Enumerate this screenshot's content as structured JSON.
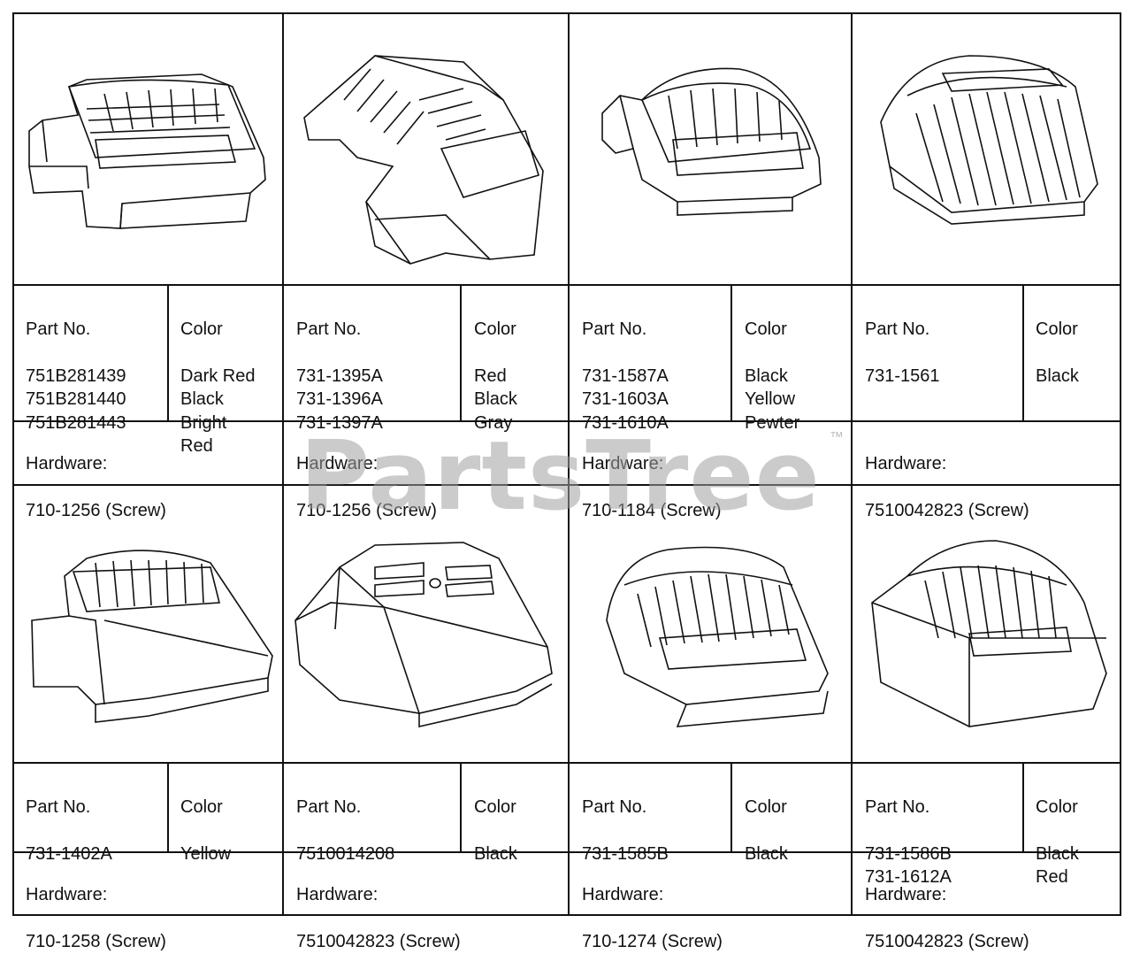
{
  "watermark": {
    "text": "PartsTree",
    "tm": "™"
  },
  "parts": [
    {
      "part_header": "Part No.",
      "part_numbers": "751B281439\n751B281440\n751B281443",
      "color_header": "Color",
      "colors": "Dark Red\nBlack\nBright\nRed",
      "hardware_header": "Hardware:",
      "hardware": "710-1256 (Screw)"
    },
    {
      "part_header": "Part No.",
      "part_numbers": "731-1395A\n731-1396A\n731-1397A",
      "color_header": "Color",
      "colors": "Red\nBlack\nGray",
      "hardware_header": "Hardware:",
      "hardware": "710-1256 (Screw)"
    },
    {
      "part_header": "Part No.",
      "part_numbers": "731-1587A\n731-1603A\n731-1610A",
      "color_header": "Color",
      "colors": "Black\nYellow\nPewter",
      "hardware_header": "Hardware:",
      "hardware": "710-1184 (Screw)"
    },
    {
      "part_header": "Part No.",
      "part_numbers": "731-1561",
      "color_header": "Color",
      "colors": "Black",
      "hardware_header": "Hardware:",
      "hardware": "7510042823 (Screw)"
    },
    {
      "part_header": "Part No.",
      "part_numbers": "731-1402A",
      "color_header": "Color",
      "colors": "Yellow",
      "hardware_header": "Hardware:",
      "hardware": "710-1258 (Screw)"
    },
    {
      "part_header": "Part No.",
      "part_numbers": "7510014208",
      "color_header": "Color",
      "colors": "Black",
      "hardware_header": "Hardware:",
      "hardware": "7510042823 (Screw)"
    },
    {
      "part_header": "Part No.",
      "part_numbers": "731-1585B",
      "color_header": "Color",
      "colors": "Black",
      "hardware_header": "Hardware:",
      "hardware": "710-1274 (Screw)"
    },
    {
      "part_header": "Part No.",
      "part_numbers": "731-1586B\n731-1612A",
      "color_header": "Color",
      "colors": "Black\nRed",
      "hardware_header": "Hardware:",
      "hardware": "7510042823 (Screw)"
    }
  ]
}
